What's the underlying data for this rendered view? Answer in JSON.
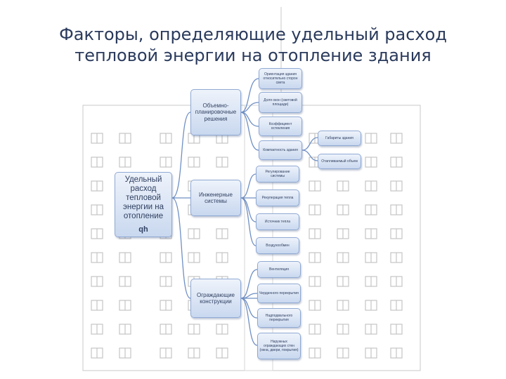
{
  "title": {
    "line1": "Факторы, определяющие удельный расход",
    "line2": "тепловой энергии на отопление здания"
  },
  "root": {
    "label": "Удельный расход тепловой энергии на отопление",
    "symbol": "qh"
  },
  "level1": [
    {
      "label": "Объемно-планировочные решения"
    },
    {
      "label": "Инженерные системы"
    },
    {
      "label": "Ограждающие конструкции"
    }
  ],
  "leaves": [
    {
      "label": "Ориентация здания относительно сторон света"
    },
    {
      "label": "Доля окон (световой площади)"
    },
    {
      "label": "Коэффициент остекления"
    },
    {
      "label": "Компактность здания"
    },
    {
      "label": "Регулирование системы"
    },
    {
      "label": "Рекуперация тепла"
    },
    {
      "label": "Источник тепла"
    },
    {
      "label": "Воздухообмен"
    },
    {
      "label": "Вентиляция"
    },
    {
      "label": "Чердачного перекрытия"
    },
    {
      "label": "Надподвального перекрытия"
    },
    {
      "label": "Наружных ограждающих стен (окна, двери, покрытия)"
    }
  ],
  "sub_leaves": [
    {
      "label": "Габариты здания"
    },
    {
      "label": "Отапливаемый объем"
    }
  ],
  "colors": {
    "box_border": "#8fa9d3",
    "box_fill": "#c9d8ef",
    "line": "#6f8fc4",
    "title": "#2a3a5c"
  }
}
